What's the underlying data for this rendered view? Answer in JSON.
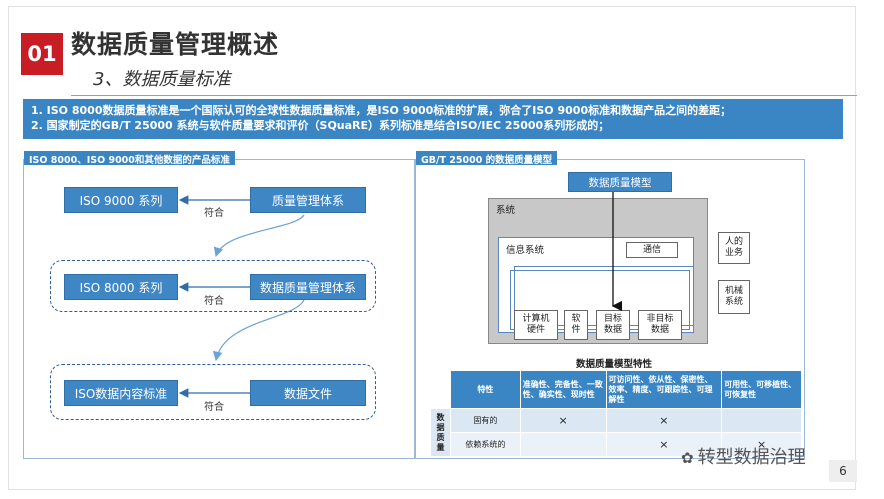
{
  "header": {
    "number": "01",
    "title": "数据质量管理概述",
    "subtitle": "3、数据质量标准"
  },
  "banner": {
    "line1": "1.    ISO 8000数据质量标准是一个国际认可的全球性数据质量标准，是ISO 9000标准的扩展，弥合了ISO 9000标准和数据产品之间的差距；",
    "line2": "2.    国家制定的GB/T 25000 系统与软件质量要求和评价（SQuaRE）系列标准是结合ISO/IEC 25000系列形成的；"
  },
  "left_panel": {
    "tab": "ISO 8000、ISO 9000和其他数据的产品标准",
    "row1": {
      "left": "ISO 9000 系列",
      "right": "质量管理体系",
      "link": "符合"
    },
    "row2": {
      "left": "ISO 8000 系列",
      "right": "数据质量管理体系",
      "link": "符合"
    },
    "row3": {
      "left": "ISO数据内容标准",
      "right": "数据文件",
      "link": "符合"
    }
  },
  "right_panel": {
    "tab": "GB/T 25000 的数据质量模型",
    "model_box": "数据质量模型",
    "system_label": "系统",
    "info_system_label": "信息系统",
    "comm": "通信",
    "people": "人的\n业务",
    "machine": "机械\n系统",
    "components": [
      "计算机\n硬件",
      "软\n件",
      "目标\n数据",
      "非目标\n数据"
    ],
    "table_title": "数据质量模型特性",
    "table": {
      "header_label": "特性",
      "col1": "准确性、完备性、一致性、确实性、现时性",
      "col2": "可访问性、依从性、保密性、效率、精度、可跟踪性、可理解性",
      "col3": "可用性、可移植性、可恢复性",
      "side_label": "数\n据\n质\n量",
      "rows": [
        {
          "label": "固有的",
          "c1": "×",
          "c2": "×",
          "c3": ""
        },
        {
          "label": "依赖系统的",
          "c1": "",
          "c2": "×",
          "c3": "×"
        }
      ]
    }
  },
  "watermark": "转型数据治理",
  "page_number": "6"
}
